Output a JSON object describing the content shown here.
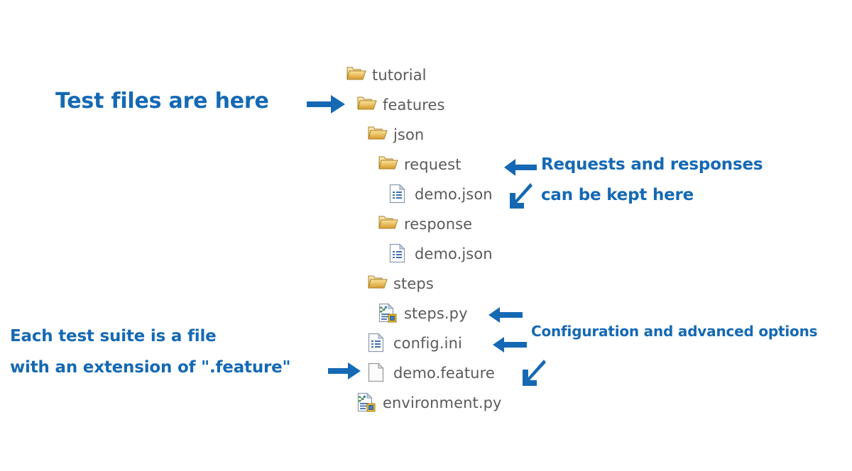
{
  "page": {
    "title": "behave project directory structure",
    "background_color": "#ffffff",
    "accent_color": "#1569b4",
    "tree_text_color": "#5a5a5a"
  },
  "tree": {
    "items": [
      {
        "name": "tutorial",
        "icon": "folder-icon",
        "type": "folder",
        "depth": 0
      },
      {
        "name": "features",
        "icon": "folder-icon",
        "type": "folder",
        "depth": 1
      },
      {
        "name": "json",
        "icon": "folder-icon",
        "type": "folder",
        "depth": 2
      },
      {
        "name": "request",
        "icon": "folder-icon",
        "type": "folder",
        "depth": 3
      },
      {
        "name": "demo.json",
        "icon": "json-file-icon",
        "type": "file",
        "depth": 4
      },
      {
        "name": "response",
        "icon": "folder-icon",
        "type": "folder",
        "depth": 3
      },
      {
        "name": "demo.json",
        "icon": "json-file-icon",
        "type": "file",
        "depth": 4
      },
      {
        "name": "steps",
        "icon": "folder-icon",
        "type": "folder",
        "depth": 2
      },
      {
        "name": "steps.py",
        "icon": "python-file-icon",
        "type": "file",
        "depth": 3
      },
      {
        "name": "config.ini",
        "icon": "ini-file-icon",
        "type": "file",
        "depth": 2
      },
      {
        "name": "demo.feature",
        "icon": "blank-file-icon",
        "type": "file",
        "depth": 2
      },
      {
        "name": "environment.py",
        "icon": "python-file-icon",
        "type": "file",
        "depth": 1
      }
    ]
  },
  "annotations": {
    "test_files": "Test files are here",
    "requests_responses": "Requests and responses",
    "can_be_kept_here": "can be kept here",
    "each_test_suite_line1": "Each test suite is a file",
    "each_test_suite_line2": "with an extension of \".feature\"",
    "configuration": "Configuration and advanced options"
  },
  "arrows": {
    "test_files": "arrow-right-icon",
    "requests_responses": "arrow-left-icon",
    "can_be_kept_here": "arrow-down-left-icon",
    "each_test_suite": "arrow-right-icon",
    "steps_py": "arrow-left-icon",
    "config_ini": "arrow-left-icon",
    "configuration_target": "arrow-down-left-icon"
  }
}
